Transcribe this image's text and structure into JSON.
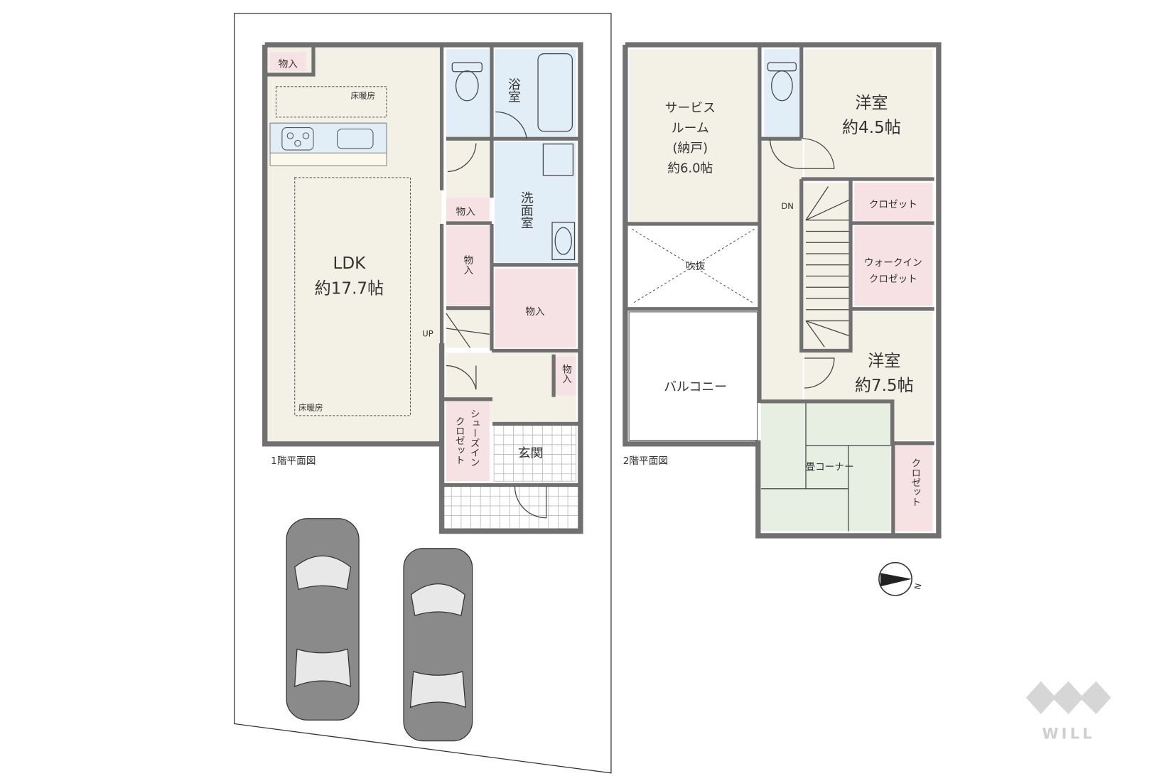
{
  "floor1": {
    "caption": "1階平面図",
    "ldk_name": "LDK",
    "ldk_size": "約17.7帖",
    "floor_heating_1": "床暖房",
    "floor_heating_2": "床暖房",
    "storage_corner": "物入",
    "storage_small": "物入",
    "storage_tall": "物入",
    "storage_large": "物入",
    "storage_hall": "物入",
    "bath": "浴室",
    "washroom": "洗面室",
    "stairs_up": "UP",
    "shoe_closet_col1": "シューズイン",
    "shoe_closet_col2": "クロゼット",
    "entrance": "玄関"
  },
  "floor2": {
    "caption": "2階平面図",
    "service_room_l1": "サービス",
    "service_room_l2": "ルーム",
    "service_room_l3": "(納戸)",
    "service_room_size": "約6.0帖",
    "void": "吹抜",
    "balcony": "バルコニー",
    "western_room_a": "洋室",
    "western_room_a_size": "約4.5帖",
    "closet_a": "クロゼット",
    "walk_in_l1": "ウォークイン",
    "walk_in_l2": "クロゼット",
    "western_room_b": "洋室",
    "western_room_b_size": "約7.5帖",
    "stairs_down": "DN",
    "tatami_corner": "畳コーナー",
    "closet_b": "クロゼット"
  },
  "compass": {
    "icon": "north-arrow-icon",
    "label": "N"
  },
  "logo": {
    "text": "WILL"
  },
  "colors": {
    "wall": "#707070",
    "living": "#f3f0e6",
    "wet": "#e1edf7",
    "storage": "#f6e1e5",
    "tatami": "#e7efe2"
  }
}
